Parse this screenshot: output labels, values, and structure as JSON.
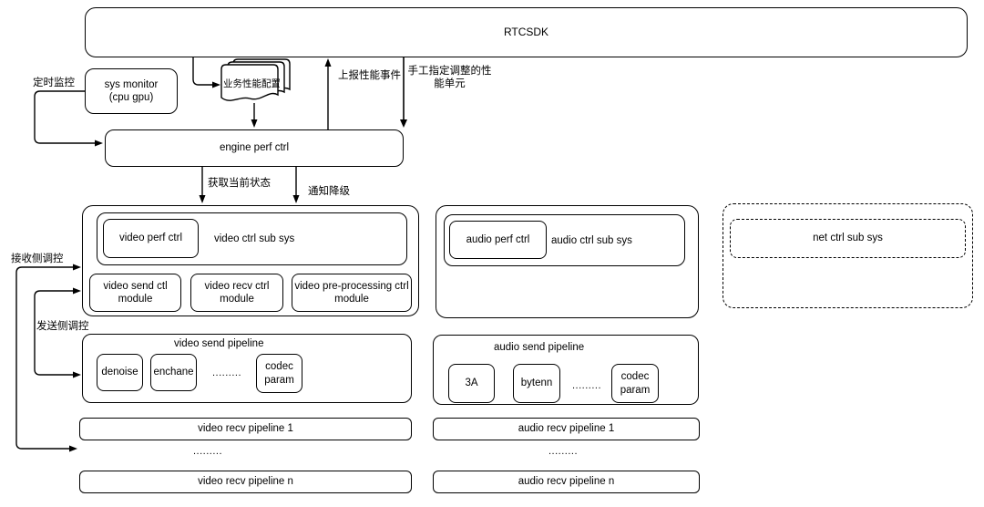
{
  "colors": {
    "stroke": "#000000",
    "red_arrow": "#e8312a",
    "background": "#ffffff"
  },
  "rtcsdk": {
    "label": "RTCSDK"
  },
  "monitor": {
    "timed_monitor_label": "定时监控",
    "sys_monitor_title": "sys monitor",
    "sys_monitor_sub": "(cpu gpu)",
    "biz_perf_config": "业务性能配置"
  },
  "engine": {
    "label": "engine perf ctrl"
  },
  "edges": {
    "report_perf_event": "上报性能事件",
    "manual_adjust_unit": "手工指定调整的性能单元",
    "get_current_state": "获取当前状态",
    "notify_downgrade": "通知降级",
    "recv_side_control": "接收侧调控",
    "send_side_control": "发送侧调控"
  },
  "video": {
    "perf_ctrl": "video perf ctrl",
    "ctrl_sub_sys": "video ctrl sub sys",
    "send_ctl_module": "video send ctl module",
    "recv_ctrl_module": "video recv ctrl module",
    "preprocessing_ctrl_module": "video pre-processing ctrl module",
    "send_pipeline_title": "video send pipeline",
    "stage_denoise": "denoise",
    "stage_enchane": "enchane",
    "stage_dots": ".........",
    "stage_codec_param": "codec param",
    "recv_pipeline_1": "video recv pipeline 1",
    "recv_dots": ".........",
    "recv_pipeline_n": "video recv pipeline n"
  },
  "audio": {
    "perf_ctrl": "audio perf ctrl",
    "ctrl_sub_sys": "audio ctrl sub sys",
    "send_pipeline_title": "audio send pipeline",
    "stage_3a": "3A",
    "stage_bytenn": "bytenn",
    "stage_dots": ".........",
    "stage_codec_param": "codec param",
    "recv_pipeline_1": "audio  recv pipeline 1",
    "recv_dots": ".........",
    "recv_pipeline_n": "audio recv pipeline n"
  },
  "net": {
    "ctrl_sub_sys": "net ctrl sub sys"
  }
}
